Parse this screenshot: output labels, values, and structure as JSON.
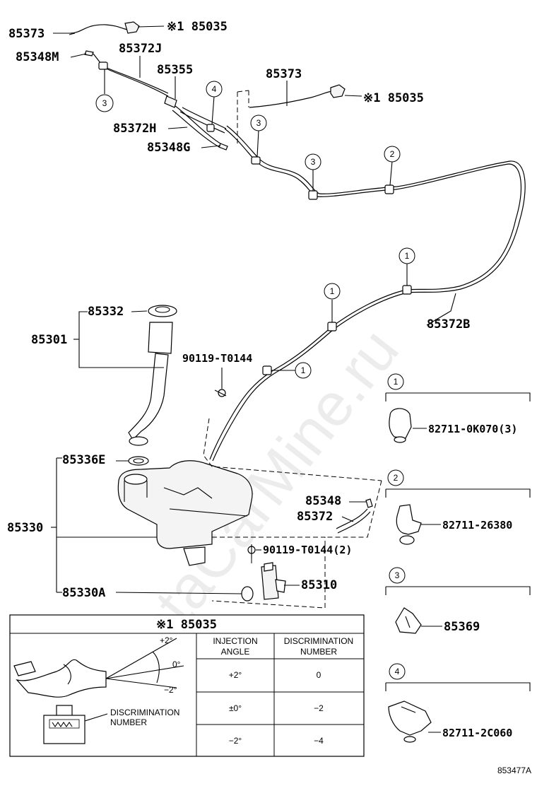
{
  "watermark": "ToyotaCarMine.ru",
  "diagram_id": "853477A",
  "labels": {
    "p85373_top": "85373",
    "p85035_top": "※1 85035",
    "p85348M": "85348M",
    "p85372J": "85372J",
    "p85355": "85355",
    "p85373_mid": "85373",
    "p85035_mid": "※1 85035",
    "p85372H": "85372H",
    "p85348G": "85348G",
    "p85372B": "85372B",
    "p85332": "85332",
    "p85301": "85301",
    "p90119_top": "90119-T0144",
    "p85336E": "85336E",
    "p85348": "85348",
    "p85372": "85372",
    "p85330": "85330",
    "p90119_bottom": "90119-T0144(2)",
    "p85310": "85310",
    "p85330A": "85330A"
  },
  "callouts": {
    "c3a": "3",
    "c4": "4",
    "c3b": "3",
    "c3c": "3",
    "c2": "2",
    "c1a": "1",
    "c1b": "1",
    "c1c": "1"
  },
  "side_panels": [
    {
      "num": "1",
      "part": "82711-0K070(3)"
    },
    {
      "num": "2",
      "part": "82711-26380"
    },
    {
      "num": "3",
      "part": "85369"
    },
    {
      "num": "4",
      "part": "82711-2C060"
    }
  ],
  "table": {
    "title": "※1 85035",
    "angle_labels": {
      "plus": "+2°",
      "zero": "0°",
      "minus": "−2°"
    },
    "nozzle_label": "DISCRIMINATION\nNUMBER",
    "col_angle": "INJECTION\nANGLE",
    "col_number": "DISCRIMINATION\nNUMBER",
    "rows": [
      {
        "angle": "+2°",
        "number": "0"
      },
      {
        "angle": "±0°",
        "number": "−2"
      },
      {
        "angle": "−2°",
        "number": "−4"
      }
    ]
  }
}
